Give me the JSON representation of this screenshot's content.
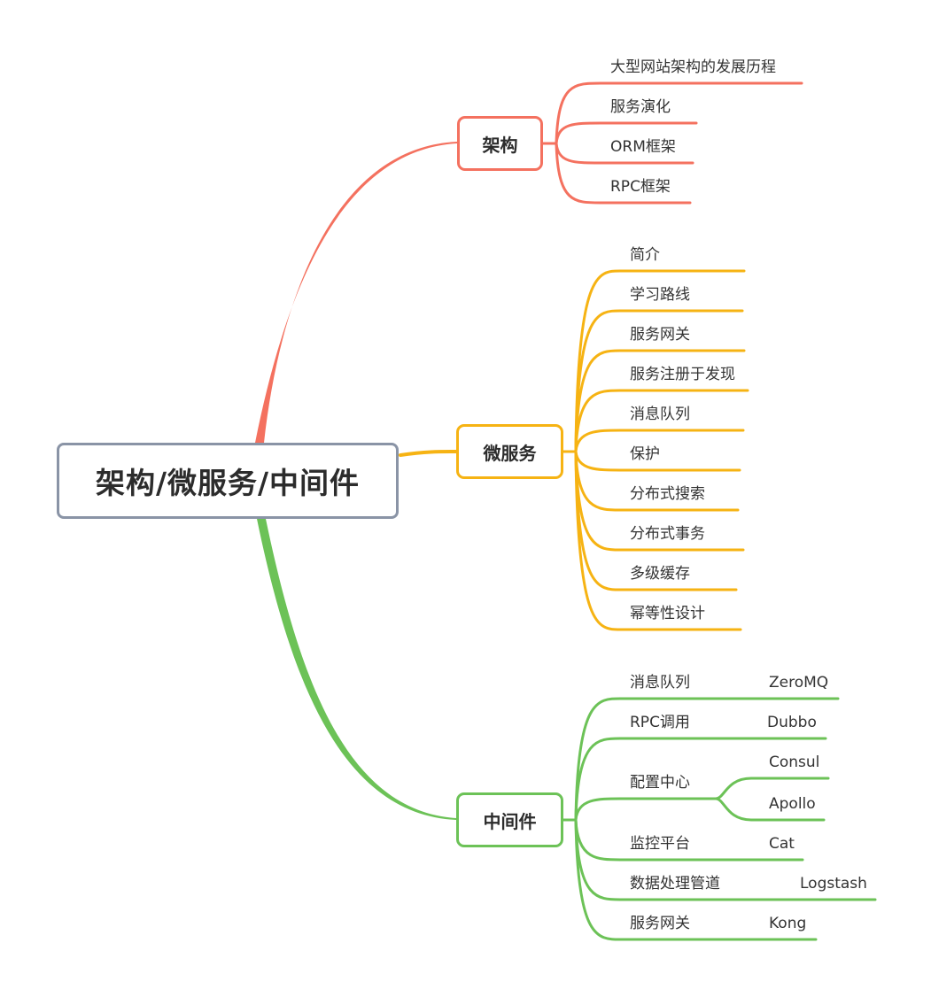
{
  "root": {
    "label": "架构/微服务/中间件",
    "border_color": "#8a94a6"
  },
  "branches": [
    {
      "key": "arch",
      "label": "架构",
      "color": "#f4715f",
      "children": [
        {
          "label": "大型网站架构的发展历程"
        },
        {
          "label": "服务演化"
        },
        {
          "label": "ORM框架"
        },
        {
          "label": "RPC框架"
        }
      ]
    },
    {
      "key": "micro",
      "label": "微服务",
      "color": "#f6b313",
      "children": [
        {
          "label": "简介"
        },
        {
          "label": "学习路线"
        },
        {
          "label": "服务网关"
        },
        {
          "label": "服务注册于发现"
        },
        {
          "label": "消息队列"
        },
        {
          "label": "保护"
        },
        {
          "label": "分布式搜索"
        },
        {
          "label": "分布式事务"
        },
        {
          "label": "多级缓存"
        },
        {
          "label": "幂等性设计"
        }
      ]
    },
    {
      "key": "middle",
      "label": "中间件",
      "color": "#6cc257",
      "children": [
        {
          "label": "消息队列",
          "items": [
            "ZeroMQ"
          ]
        },
        {
          "label": "RPC调用",
          "items": [
            "Dubbo"
          ]
        },
        {
          "label": "配置中心",
          "items": [
            "Consul",
            "Apollo"
          ]
        },
        {
          "label": "监控平台",
          "items": [
            "Cat"
          ]
        },
        {
          "label": "数据处理管道",
          "items": [
            "Logstash"
          ]
        },
        {
          "label": "服务网关",
          "items": [
            "Kong"
          ]
        }
      ]
    }
  ]
}
